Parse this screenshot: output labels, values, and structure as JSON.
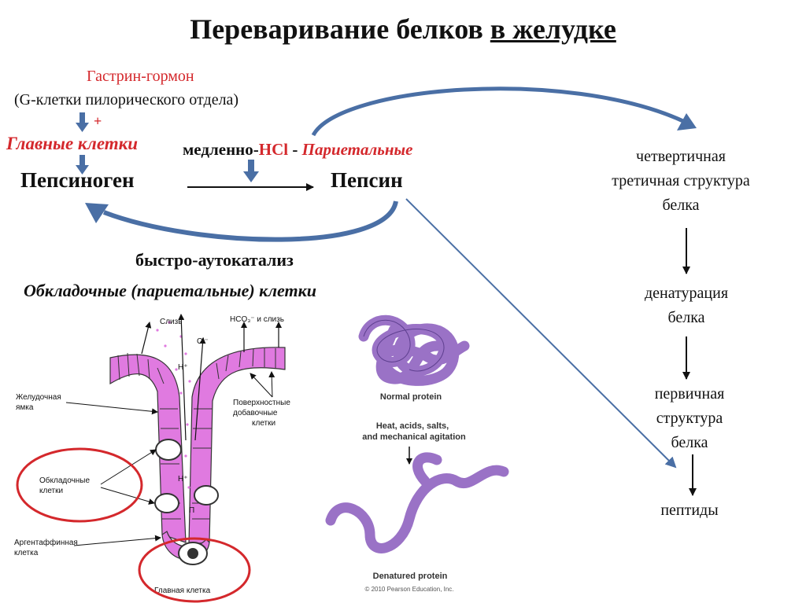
{
  "title": {
    "main": "Переваривание белков ",
    "underlined": "в желудке"
  },
  "gastrin": {
    "hormone": "Гастрин-гормон",
    "source": "(G-клетки пилорического отдела)",
    "plus": "+"
  },
  "chief_cells": "Главные клетки",
  "slow": {
    "prefix": "медленно-",
    "hcl": "HCl",
    "dash": " - ",
    "parietal": "Париетальные"
  },
  "pepsinogen": "Пепсиноген",
  "pepsin": "Пепсин",
  "autocatalysis": "быстро-аутокатализ",
  "lining_cells": "Обкладочные (париетальные) клетки",
  "stages": {
    "s1": [
      "четвертичная",
      "третичная структура",
      "белка"
    ],
    "s2": [
      "денатурация",
      "белка"
    ],
    "s3": [
      "первичная",
      "структура",
      "белка"
    ],
    "s4": [
      "пептиды"
    ]
  },
  "gland_labels": {
    "mucus": "Слизь",
    "hco3": "HCO₃⁻ и слизь",
    "cl": "Cl⁻",
    "h1": "H⁺",
    "h2": "H⁺",
    "p": "П",
    "pit": [
      "Желудочная",
      "ямка"
    ],
    "surface": [
      "Поверхностные",
      "добавочные",
      "клетки"
    ],
    "parietal": [
      "Обкладочные",
      "клетки"
    ],
    "argentaffin": [
      "Аргентаффинная",
      "клетка"
    ],
    "chief": "Главная клетка"
  },
  "protein_labels": {
    "normal": "Normal protein",
    "conditions": [
      "Heat, acids, salts,",
      "and mechanical agitation"
    ],
    "denatured": "Denatured protein",
    "copyright": "© 2010 Pearson Education, Inc."
  },
  "colors": {
    "accent_red": "#d4282c",
    "arrow_blue": "#4a6fa5",
    "tissue_pink": "#e07ae0",
    "protein_purple": "#9a72c6"
  }
}
